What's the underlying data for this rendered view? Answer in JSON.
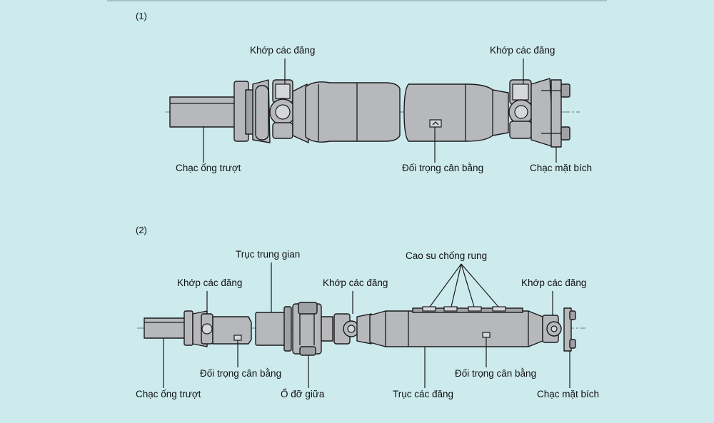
{
  "figure1": {
    "number": "(1)",
    "labels": {
      "joint_left": "Khớp các đăng",
      "joint_right": "Khớp các đăng",
      "slip_yoke": "Chạc ống trượt",
      "balance_weight": "Đối trọng cân bằng",
      "flange_yoke": "Chạc mặt bích"
    }
  },
  "figure2": {
    "number": "(2)",
    "labels": {
      "intermediate_shaft": "Trục trung gian",
      "damper_rubber": "Cao su chống rung",
      "joint_1": "Khớp các đăng",
      "joint_2": "Khớp các đăng",
      "joint_3": "Khớp các đăng",
      "balance_weight_1": "Đối trọng cân bằng",
      "balance_weight_2": "Đối trọng cân bằng",
      "slip_yoke": "Chạc ống trượt",
      "center_bearing": "Ổ đỡ giữa",
      "propeller_shaft": "Trục các đăng",
      "flange_yoke": "Chạc mặt bích"
    }
  }
}
